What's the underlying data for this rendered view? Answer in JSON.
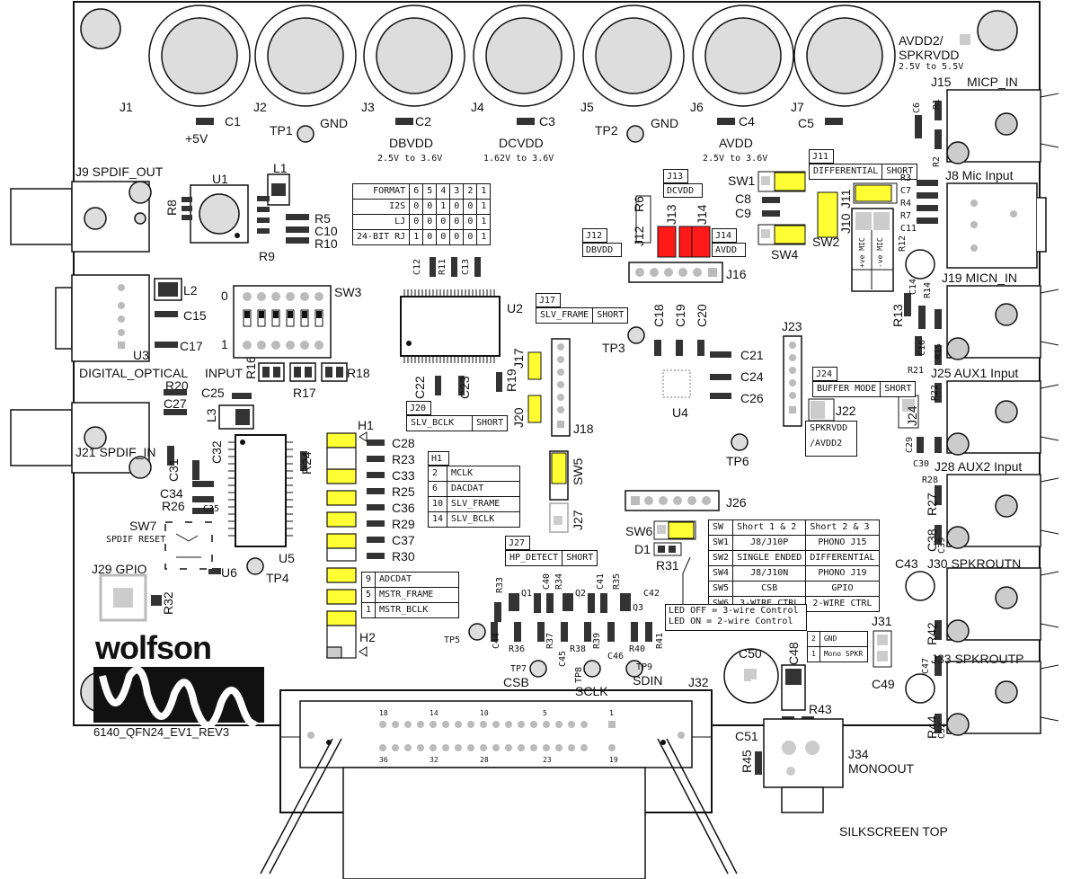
{
  "connectors_top": [
    "J1",
    "J2",
    "J3",
    "J4",
    "J5",
    "J6",
    "J7"
  ],
  "power": {
    "c1": "C1",
    "v5": "+5V",
    "tp1": "TP1",
    "gnd1": "GND",
    "c2": "C2",
    "dbvdd": "DBVDD",
    "dbvdd_range": "2.5V to 3.6V",
    "c3": "C3",
    "dcvdd": "DCVDD",
    "dcvdd_range": "1.62V to 3.6V",
    "tp2": "TP2",
    "gnd2": "GND",
    "c4": "C4",
    "avdd": "AVDD",
    "avdd_range": "2.5V to 3.6V",
    "c5": "C5",
    "avdd2": "AVDD2/",
    "spkrvdd": "SPKRVDD",
    "avdd2_range": "2.5V to 5.5V"
  },
  "left": {
    "j9": "J9 SPDIF_OUT",
    "u1": "U1",
    "l1": "L1",
    "r8": "R8",
    "r5": "R5",
    "c10": "C10",
    "r10": "R10",
    "r9": "R9",
    "l2": "L2",
    "c15": "C15",
    "c17": "C17",
    "u3": "U3",
    "digital_optical": "DIGITAL_OPTICAL",
    "input": "INPUT",
    "r20": "R20",
    "c27": "C27",
    "c25": "C25",
    "l3": "L3",
    "j21": "J21 SPDIF_IN",
    "c31": "C31",
    "c32": "C32",
    "c34": "C34",
    "r26": "R26",
    "c35": "C35",
    "sw7": "SW7",
    "spdif_reset": "SPDIF RESET",
    "u6": "U6",
    "u5": "U5",
    "tp4": "TP4",
    "j29": "J29 GPIO",
    "r32": "R32",
    "r24": "R24"
  },
  "format_table": [
    [
      "FORMAT",
      "6",
      "5",
      "4",
      "3",
      "2",
      "1"
    ],
    [
      "I2S",
      "0",
      "0",
      "1",
      "0",
      "0",
      "1"
    ],
    [
      "LJ",
      "0",
      "0",
      "0",
      "0",
      "0",
      "1"
    ],
    [
      "24-BIT RJ",
      "1",
      "0",
      "0",
      "0",
      "0",
      "1"
    ]
  ],
  "sw3": {
    "label": "SW3",
    "zero": "0",
    "one": "1",
    "r16": "R16",
    "r17": "R17",
    "r18": "R18"
  },
  "u2": {
    "label": "U2",
    "c12": "C12",
    "r11": "R11",
    "c13": "C13",
    "c22": "C22",
    "c23": "C23",
    "r19": "R19"
  },
  "h1": {
    "label": "H1",
    "parts": [
      "C28",
      "R23",
      "C33",
      "R25",
      "C36",
      "R29",
      "C37",
      "R30"
    ],
    "table_title": "H1",
    "table": [
      [
        "2",
        "MCLK"
      ],
      [
        "6",
        "DACDAT"
      ],
      [
        "10",
        "SLV_FRAME"
      ],
      [
        "14",
        "SLV_BCLK"
      ]
    ]
  },
  "h2": {
    "label": "H2",
    "table": [
      [
        "9",
        "ADCDAT"
      ],
      [
        "5",
        "MSTR_FRAME"
      ],
      [
        "1",
        "MSTR_BCLK"
      ]
    ]
  },
  "j17box": {
    "title": "J17",
    "a": "SLV_FRAME",
    "b": "SHORT"
  },
  "j20box": {
    "title": "J20",
    "a": "SLV_BCLK",
    "b": "SHORT"
  },
  "j27box": {
    "title": "J27",
    "a": "HP_DETECT",
    "b": "SHORT"
  },
  "mid": {
    "j17": "J17",
    "j18": "J18",
    "j20": "J20",
    "sw5": "SW5",
    "j27": "J27",
    "tp3": "TP3",
    "c18": "C18",
    "c19": "C19",
    "c20": "C20",
    "c21": "C21",
    "c24": "C24",
    "c26": "C26",
    "u4": "U4",
    "tp6": "TP6",
    "j26": "J26",
    "sw6": "SW6",
    "d1": "D1",
    "r31": "R31",
    "j23": "J23",
    "j22": "J22",
    "spkrvdd_avdd2": [
      "SPKRVDD",
      "/AVDD2"
    ],
    "j24": "J24",
    "buffer_mode": "BUFFER MODE",
    "short": "SHORT"
  },
  "jumpers_top": {
    "j13box": "J13",
    "dcvdd": "DCVDD",
    "j12box": "J12",
    "dbvdd": "DBVDD",
    "j14box": "J14",
    "avdd": "AVDD",
    "r6": "R6",
    "j12": "J12",
    "j13": "J13",
    "j14": "J14",
    "j16": "J16",
    "sw1": "SW1",
    "c8": "C8",
    "c9": "C9",
    "sw4": "SW4",
    "sw2": "SW2",
    "j11box": "J11",
    "differential": "DIFFERENTIAL",
    "short": "SHORT",
    "j11": "J11",
    "j10": "J10",
    "vemic_p": "+ve MIC",
    "vemic_n": "-ve MIC"
  },
  "transistors": [
    "R33",
    "Q1",
    "C40",
    "R34",
    "Q2",
    "C41",
    "R35",
    "Q3",
    "C42",
    "C44",
    "R36",
    "R37",
    "R39",
    "C45",
    "R38",
    "C46",
    "R40",
    "R41"
  ],
  "test_points": {
    "tp5": "TP5",
    "tp7": "TP7",
    "csb": "CSB",
    "tp8": "TP8",
    "sclk": "SCLK",
    "tp9": "TP9",
    "sdin": "SDIN"
  },
  "sw_table": [
    [
      "SW",
      "Short 1 & 2",
      "Short 2 & 3"
    ],
    [
      "SW1",
      "J8/J10P",
      "PHONO J15"
    ],
    [
      "SW2",
      "SINGLE ENDED",
      "DIFFERENTIAL"
    ],
    [
      "SW4",
      "J8/J10N",
      "PHONO J19"
    ],
    [
      "SW5",
      "CSB",
      "GPIO"
    ],
    [
      "SW6",
      "3-WIRE CTRL",
      "2-WIRE CTRL"
    ]
  ],
  "led_note": [
    "LED OFF = 3-wire Control",
    "LED ON = 2-wire Control"
  ],
  "j31": {
    "label": "J31",
    "rows": [
      [
        "2",
        "GND"
      ],
      [
        "1",
        "Mono SPKR"
      ]
    ]
  },
  "right": {
    "j15": "J15",
    "micp": "MICP_IN",
    "c6": "C6",
    "r1": "R1",
    "r2": "R2",
    "r3": "R3",
    "c7": "C7",
    "r4": "R4",
    "r7": "R7",
    "c11": "C11",
    "j8": "J8 Mic  Input",
    "r12": "R12",
    "j19": "J19 MICN_IN",
    "c14": "C14",
    "r14": "R14",
    "r13": "R13",
    "c16": "C16",
    "r15": "R15",
    "r21": "R21",
    "j25": "J25 AUX1 Input",
    "r22": "R22",
    "c29": "C29",
    "c30": "C30",
    "j28": "J28 AUX2 Input",
    "r28": "R28",
    "r27": "R27",
    "c38": "C38",
    "c39": "C39",
    "c43": "C43",
    "j30": "J30 SPKROUTN",
    "r42": "R42",
    "c47": "C47",
    "j33": "J33 SPKROUTP",
    "c49": "C49",
    "r44": "R44",
    "c52": "C52"
  },
  "bottom": {
    "brand": "wolfson",
    "board": "6140_QFN24_EV1_REV3",
    "c50": "C50",
    "c48": "C48",
    "r43": "R43",
    "c51": "C51",
    "r45": "R45",
    "j34": "J34",
    "monoout": "MONOOUT",
    "j32": "J32",
    "silk": "SILKSCREEN TOP",
    "pins_top": [
      "18",
      "14",
      "10",
      "5",
      "1"
    ],
    "pins_bot": [
      "36",
      "32",
      "28",
      "23",
      "19"
    ]
  },
  "colors": {
    "jumper_yellow": "#ffff33",
    "jumper_red": "#ff1a1a",
    "ink": "#111111"
  }
}
